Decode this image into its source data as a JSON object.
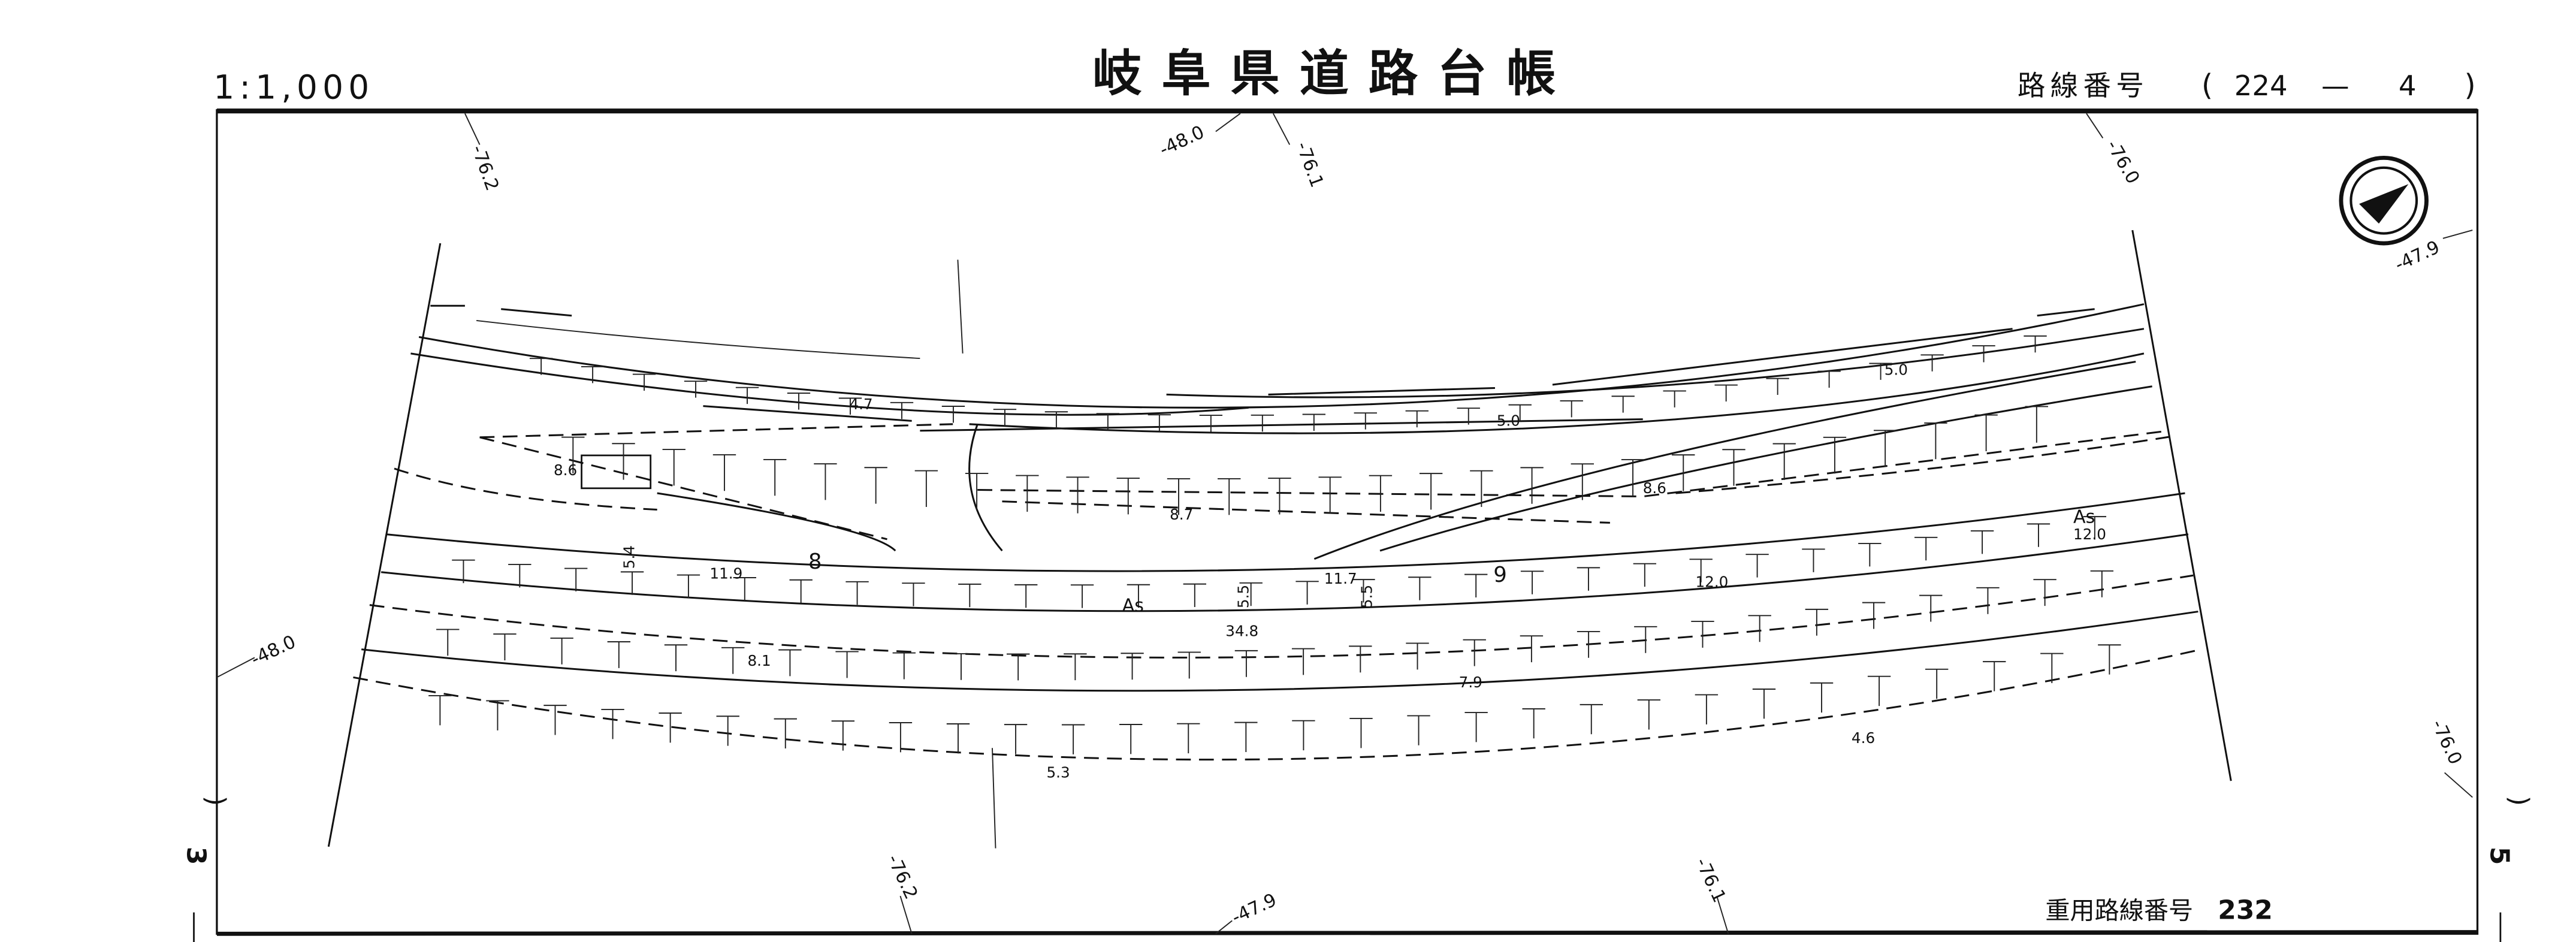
{
  "header": {
    "scale": "1:1,000",
    "title": "岐阜県道路台帳",
    "route_label": "路線番号",
    "route_open": "(",
    "route_number": "224",
    "route_dash": "—",
    "route_sheet": "4",
    "route_close": ")"
  },
  "footer": {
    "overlap_route_label": "重用路線番号",
    "overlap_route_number": "232"
  },
  "side": {
    "left_sheet": "3",
    "right_sheet": "5",
    "paren": ")"
  },
  "contours": {
    "top_1": "-76.2",
    "top_2": "-48.0",
    "top_3": "-76.1",
    "top_4": "-76.0",
    "right_1": "-47.9",
    "left_1": "-48.0",
    "right_2": "-76.0",
    "bottom_1": "-76.2",
    "bottom_2": "-47.9",
    "bottom_3": "-76.1"
  },
  "labels": {
    "w_47": "4.7",
    "w_50a": "5.0",
    "w_50b": "5.0",
    "w_86a": "8.6",
    "w_86b": "8.6",
    "w_87": "8.7",
    "w_54": "5.4",
    "w_119": "11.9",
    "w_8": "8",
    "w_55a": "5.5",
    "w_117": "11.7",
    "w_55b": "5.5",
    "w_9": "9",
    "w_120a": "12.0",
    "as_1": "As",
    "as_2": "As",
    "w_120b": "12.0",
    "w_348": "34.8",
    "w_81": "8.1",
    "w_79": "7.9",
    "w_46": "4.6",
    "w_53": "5.3"
  }
}
